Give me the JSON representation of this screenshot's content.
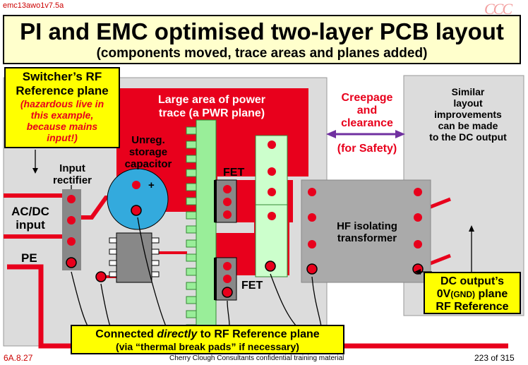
{
  "header": {
    "code": "emc13awo1v7.5a",
    "logo": "CCC"
  },
  "title": {
    "main": "PI and EMC optimised two-layer PCB layout",
    "sub": "(components moved, trace areas and planes added)"
  },
  "labels": {
    "switcher_line1": "Switcher’s RF",
    "switcher_line2": "Reference plane",
    "hazard1": "(hazardous live in",
    "hazard2": "this example,",
    "hazard3": "because mains",
    "hazard4": "input!)",
    "power_plane1": "Large area of power",
    "power_plane2": "trace (a PWR plane)",
    "unreg1": "Unreg.",
    "unreg2": "storage",
    "unreg3": "capacitor",
    "plus": "+",
    "input_rect1": "Input",
    "input_rect2": "rectifier",
    "acdc1": "AC/DC",
    "acdc2": "input",
    "pe": "PE",
    "fet_top": "FET",
    "fet_bottom": "FET",
    "creepage1": "Creepage",
    "creepage2": "and",
    "creepage3": "clearance",
    "safety": "(for Safety)",
    "similar1": "Similar",
    "similar2": "layout",
    "similar3": "improvements",
    "similar4": "can be made",
    "similar5": "to the DC output",
    "hf1": "HF isolating",
    "hf2": "transformer",
    "dc1": "DC output’s",
    "dc2a": "0V",
    "dc2b": "(GND)",
    "dc2c": " plane",
    "dc3": "RF Reference",
    "conn1a": "Connected ",
    "conn1b": "directly",
    "conn1c": " to RF Reference plane",
    "conn2": "(via “thermal break pads” if necessary)"
  },
  "footer": {
    "slide": "6A.8.27",
    "company": "Cherry Clough Consultants confidential training material",
    "page": "223 of 315"
  },
  "colors": {
    "red": "#e8001c",
    "grey_plane": "#dcdcdc",
    "light_green": "#ccffcc",
    "heatsink_green": "#99ee99",
    "yellow": "#ffff00",
    "title_bg": "#ffffcc",
    "purple": "#7030a0",
    "capacitor_blue": "#33aadd"
  }
}
